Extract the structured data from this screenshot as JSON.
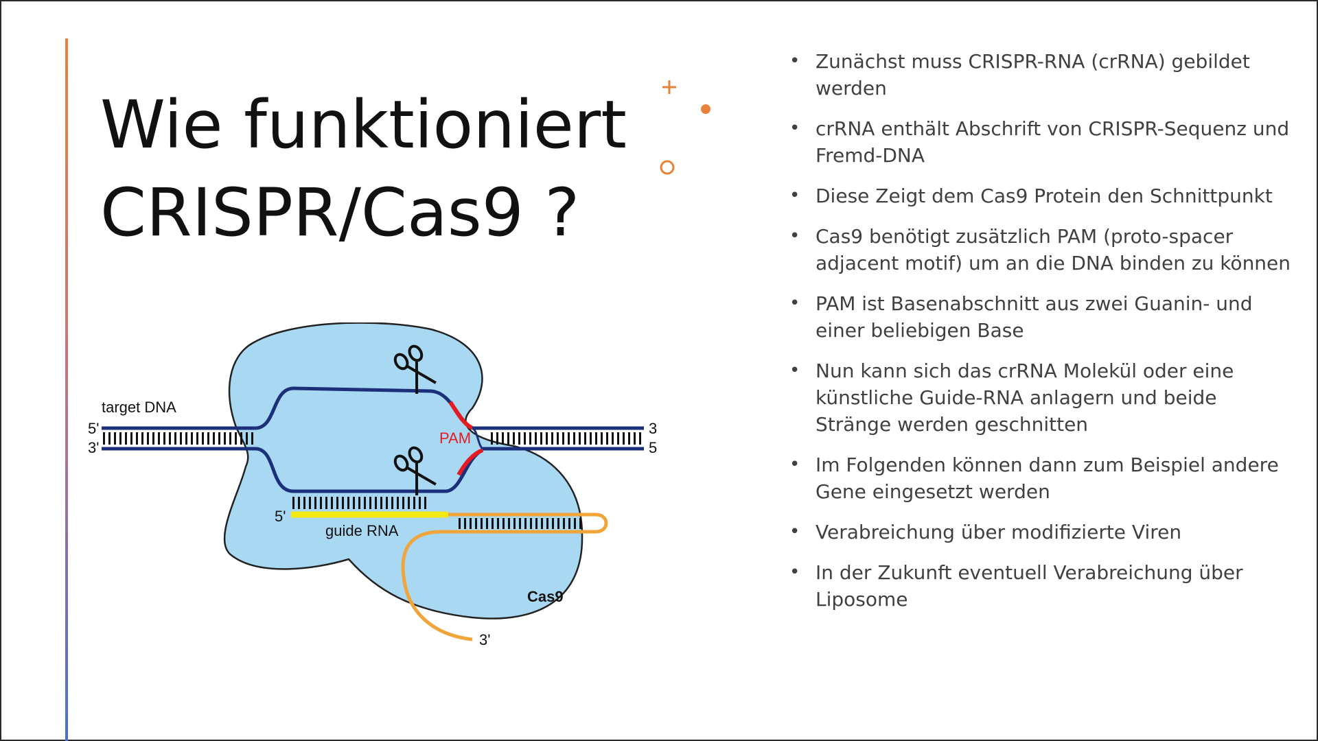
{
  "slide": {
    "title_line1": "Wie funktioniert",
    "title_line2": "CRISPR/Cas9 ?",
    "accent_colors": {
      "orange": "#e8823a",
      "blue": "#4a6fd1"
    }
  },
  "diagram": {
    "target_dna_label": "target DNA",
    "left_top_end": "5'",
    "left_bottom_end": "3'",
    "right_top_end": "3",
    "right_bottom_end": "5",
    "pam_label": "PAM",
    "guide_rna_label": "guide RNA",
    "guide_rna_5_label": "5'",
    "guide_rna_3_label": "3'",
    "protein_label": "Cas9",
    "colors": {
      "protein_fill": "#a8d8f2",
      "dna_strand": "#1c2f7a",
      "pam": "#e31b23",
      "guide_rna": "#f4e812",
      "tracr_rna": "#f0a43a"
    },
    "icons": [
      "scissors-icon",
      "scissors-icon"
    ]
  },
  "bullets": [
    "Zunächst muss CRISPR-RNA (crRNA) gebildet werden",
    "crRNA enthält Abschrift von CRISPR-Sequenz und Fremd-DNA",
    "Diese Zeigt dem Cas9 Protein den Schnittpunkt",
    "Cas9 benötigt zusätzlich PAM (proto-spacer adjacent motif) um an die DNA binden zu können",
    "PAM ist Basenabschnitt aus zwei Guanin- und einer beliebigen Base",
    "Nun kann sich das crRNA Molekül oder eine künstliche Guide-RNA anlagern und beide Stränge werden geschnitten",
    "Im Folgenden können dann zum Beispiel andere Gene eingesetzt werden",
    "Verabreichung über modifizierte Viren",
    "In der Zukunft eventuell Verabreichung über Liposome"
  ]
}
